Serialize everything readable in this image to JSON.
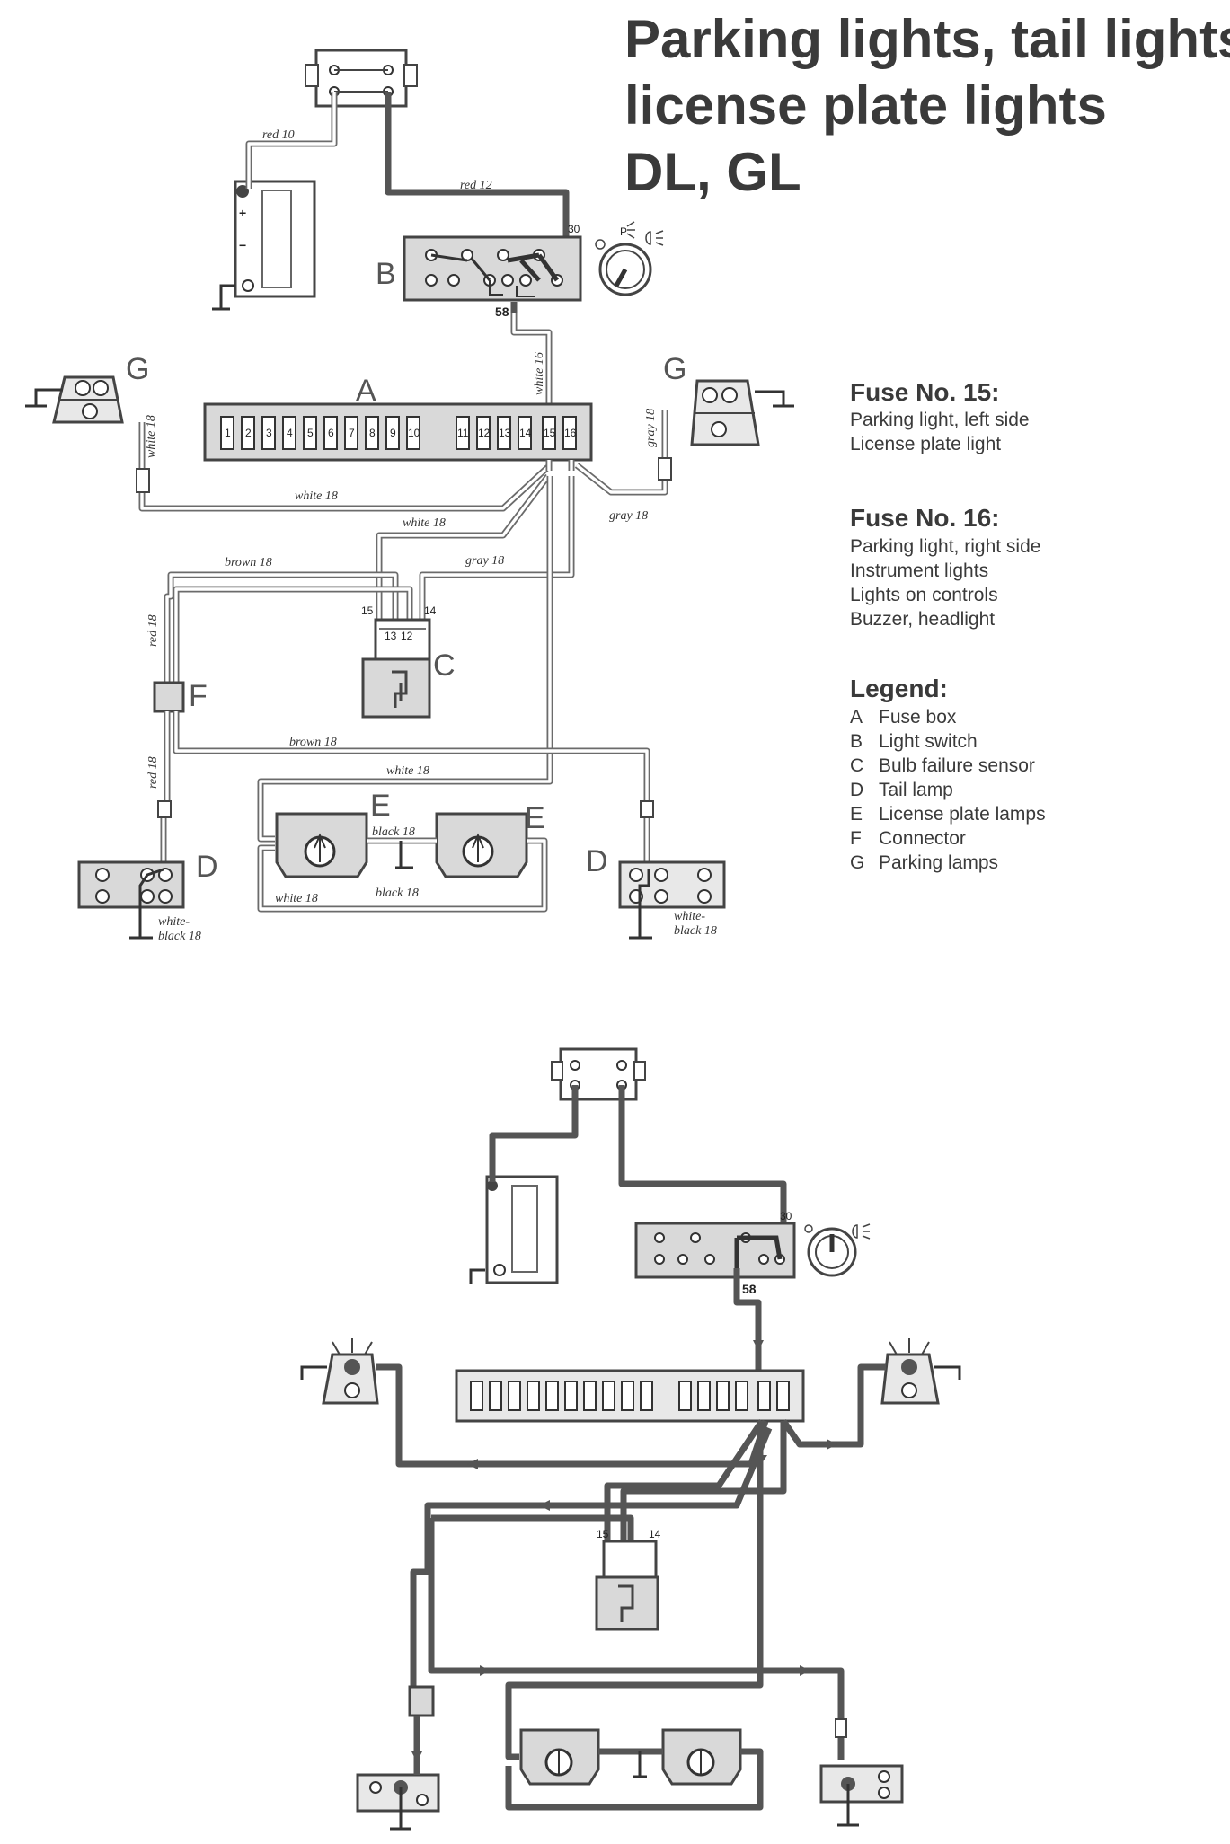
{
  "title": {
    "line1": "Parking lights, tail lights,",
    "line2": "license plate lights",
    "line3": "DL, GL"
  },
  "fuse15": {
    "heading": "Fuse No. 15:",
    "items": [
      "Parking light, left side",
      "License plate light"
    ]
  },
  "fuse16": {
    "heading": "Fuse No. 16:",
    "items": [
      "Parking light, right side",
      "Instrument lights",
      "Lights on controls",
      "Buzzer, headlight"
    ]
  },
  "legend": {
    "heading": "Legend:",
    "items": [
      {
        "key": "A",
        "label": "Fuse box"
      },
      {
        "key": "B",
        "label": "Light switch"
      },
      {
        "key": "C",
        "label": "Bulb failure sensor"
      },
      {
        "key": "D",
        "label": "Tail lamp"
      },
      {
        "key": "E",
        "label": "License plate lamps"
      },
      {
        "key": "F",
        "label": "Connector"
      },
      {
        "key": "G",
        "label": "Parking lamps"
      }
    ]
  },
  "component_letters": {
    "A": "A",
    "B": "B",
    "C": "C",
    "D": "D",
    "E": "E",
    "F": "F",
    "G": "G"
  },
  "terminals": {
    "t30": "30",
    "t58": "58",
    "t15": "15",
    "t14": "14",
    "t13": "13",
    "t12": "12"
  },
  "fuse_numbers": [
    "1",
    "2",
    "3",
    "4",
    "5",
    "6",
    "7",
    "8",
    "9",
    "10",
    "11",
    "12",
    "13",
    "14",
    "15",
    "16"
  ],
  "switch_symbol": "P",
  "wire_labels": {
    "red10": "red 10",
    "red12": "red 12",
    "white16": "white 16",
    "white18_g": "white 18",
    "gray18_g": "gray 18",
    "white18_a": "white 18",
    "white18_b": "white 18",
    "gray18_b": "gray 18",
    "gray18_c": "gray 18",
    "brown18_a": "brown 18",
    "brown18_b": "brown 18",
    "red18_a": "red 18",
    "red18_b": "red 18",
    "white18_c": "white 18",
    "black18_a": "black 18",
    "black18_b": "black 18",
    "white18_d": "white 18",
    "whiteblack_l1": "white-",
    "whiteblack_l2": "black 18",
    "whiteblack_r1": "white-",
    "whiteblack_r2": "black 18"
  },
  "colors": {
    "wire": "#6b6b6b",
    "text": "#3a3a3a",
    "component_fill": "#d9d9d9"
  }
}
